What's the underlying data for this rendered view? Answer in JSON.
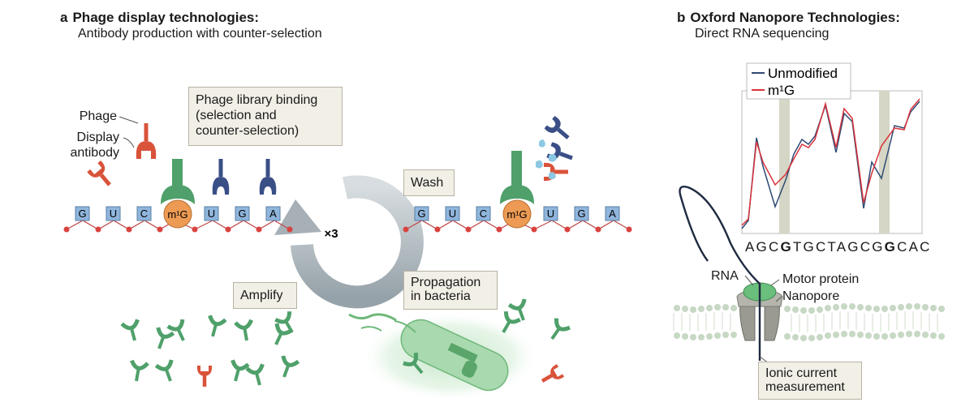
{
  "panel_a": {
    "letter": "a",
    "title": "Phage display technologies:",
    "subtitle": "Antibody production with counter-selection",
    "labels": {
      "phage": "Phage",
      "display": "Display",
      "antibody": "antibody",
      "library_binding": [
        "Phage library binding",
        "(selection and",
        "counter-selection)"
      ],
      "wash": "Wash",
      "amplify": "Amplify",
      "propagation": [
        "Propagation",
        "in bacteria"
      ],
      "cycles": "×3",
      "modified_base": "m¹G"
    },
    "rna_left": [
      "G",
      "U",
      "C",
      "m¹G",
      "U",
      "G",
      "A"
    ],
    "rna_right": [
      "G",
      "U",
      "C",
      "m¹G",
      "U",
      "G",
      "A"
    ]
  },
  "panel_b": {
    "letter": "b",
    "title": "Oxford Nanopore Technologies:",
    "subtitle": "Direct RNA sequencing",
    "legend": [
      {
        "name": "Unmodified",
        "color": "#2f4a74"
      },
      {
        "name": "m¹G",
        "color": "#d9343c"
      }
    ],
    "sequence": [
      "A",
      "G",
      "C",
      "G",
      "T",
      "G",
      "C",
      "T",
      "A",
      "G",
      "C",
      "G",
      "G",
      "C",
      "A",
      "C"
    ],
    "bold_positions": [
      3,
      12
    ],
    "labels": {
      "rna": "RNA",
      "motor": "Motor protein",
      "nanopore": "Nanopore",
      "ionic_1": "Ionic current",
      "ionic_2": "measurement"
    }
  },
  "colors": {
    "green": "#4fa06a",
    "red": "#d9533b",
    "navy": "#3a4f86",
    "blue_box": "#6f9fce",
    "orange": "#ec9a54",
    "arrow": "#a9b3b9"
  }
}
